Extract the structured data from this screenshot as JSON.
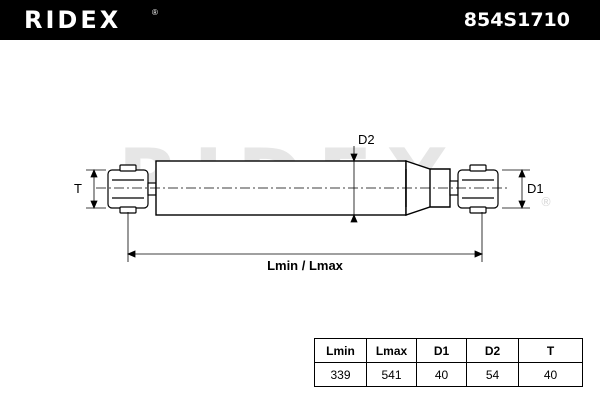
{
  "header": {
    "brand": "RIDEX",
    "brand_mark": "®",
    "part_number": "854S1710"
  },
  "drawing": {
    "watermark": "RIDEX",
    "watermark_mark": "®",
    "labels": {
      "d2": "D2",
      "d1": "D1",
      "t": "T",
      "length": "Lmin / Lmax"
    }
  },
  "specs": {
    "headers": [
      "Lmin",
      "Lmax",
      "D1",
      "D2",
      "T"
    ],
    "values": [
      "339",
      "541",
      "40",
      "54",
      "40"
    ]
  },
  "colors": {
    "header_bg": "#000000",
    "header_text": "#ffffff",
    "watermark": "#e6e6e6",
    "line": "#000000"
  }
}
